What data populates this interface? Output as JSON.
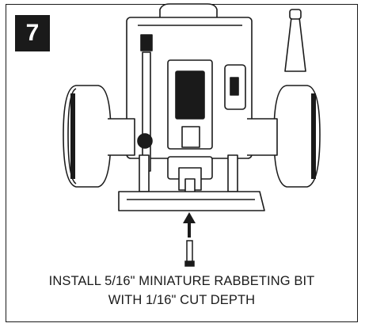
{
  "step": {
    "number": "7"
  },
  "caption": {
    "line1": "INSTALL 5/16\" MINIATURE RABBETING BIT",
    "line2": "WITH 1/16\" CUT DEPTH"
  },
  "icons": [
    "router-tool-illustration",
    "up-arrow-icon",
    "router-bit-icon"
  ]
}
